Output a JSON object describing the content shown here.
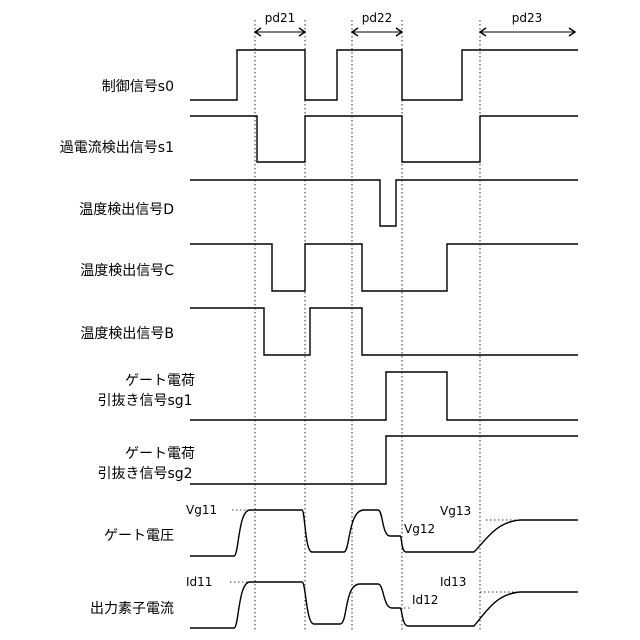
{
  "periods": [
    {
      "label": "pd21"
    },
    {
      "label": "pd22"
    },
    {
      "label": "pd23"
    }
  ],
  "signals": [
    {
      "id": "s0",
      "lines": [
        "制御信号s0"
      ]
    },
    {
      "id": "s1",
      "lines": [
        "過電流検出信号s1"
      ]
    },
    {
      "id": "D",
      "lines": [
        "温度検出信号D"
      ]
    },
    {
      "id": "C",
      "lines": [
        "温度検出信号C"
      ]
    },
    {
      "id": "B",
      "lines": [
        "温度検出信号B"
      ]
    },
    {
      "id": "sg1",
      "lines": [
        "ゲート電荷",
        "引抜き信号sg1"
      ]
    },
    {
      "id": "sg2",
      "lines": [
        "ゲート電荷",
        "引抜き信号sg2"
      ]
    },
    {
      "id": "vg",
      "lines": [
        "ゲート電圧"
      ]
    },
    {
      "id": "id",
      "lines": [
        "出力素子電流"
      ]
    }
  ],
  "levels": {
    "vg11": "Vg11",
    "vg12": "Vg12",
    "vg13": "Vg13",
    "id11": "Id11",
    "id12": "Id12",
    "id13": "Id13"
  }
}
